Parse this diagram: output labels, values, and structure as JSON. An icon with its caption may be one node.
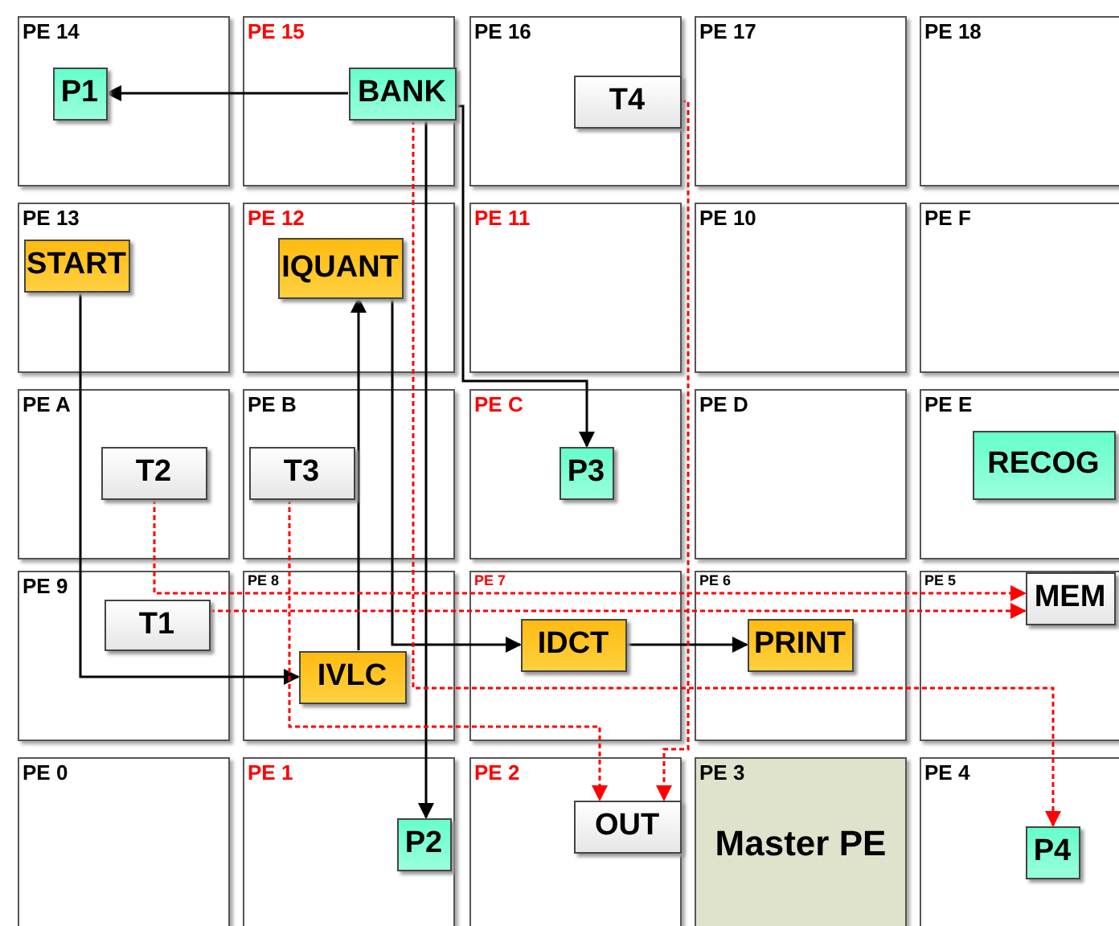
{
  "diagram": {
    "nodes": [
      {
        "text": [
          "PE 14"
        ]
      },
      {
        "text": [
          "P1"
        ],
        "in": 0
      },
      {
        "text": [
          "PE 15"
        ]
      },
      {
        "text": [
          "BANK"
        ],
        "in": 2
      },
      {
        "text": [
          "PE 16"
        ]
      },
      {
        "text": [
          "T4"
        ],
        "in": 4
      },
      {
        "text": [
          "PE 17"
        ]
      },
      {
        "text": [
          "PE 18"
        ]
      },
      {
        "text": [
          "PE 13"
        ]
      },
      {
        "text": [
          "START"
        ],
        "in": 8
      },
      {
        "text": [
          "PE 12"
        ]
      },
      {
        "text": [
          "IQUANT"
        ],
        "in": 10
      },
      {
        "text": [
          "PE 11"
        ]
      },
      {
        "text": [
          "PE 10"
        ]
      },
      {
        "text": [
          "PE F"
        ]
      },
      {
        "text": [
          "PE A"
        ]
      },
      {
        "text": [
          "T2"
        ],
        "in": 15
      },
      {
        "text": [
          "PE B"
        ]
      },
      {
        "text": [
          "T3"
        ],
        "in": 17
      },
      {
        "text": [
          "PE C"
        ]
      },
      {
        "text": [
          "P3"
        ],
        "in": 19
      },
      {
        "text": [
          "PE D"
        ]
      },
      {
        "text": [
          "PE E"
        ]
      },
      {
        "text": [
          "RECOG"
        ],
        "in": 22
      },
      {
        "text": [
          "PE 9"
        ]
      },
      {
        "text": [
          "T1"
        ],
        "in": 24
      },
      {
        "text": [
          "PE 8"
        ]
      },
      {
        "text": [
          "IVLC"
        ],
        "in": 26
      },
      {
        "text": [
          "PE 7"
        ]
      },
      {
        "text": [
          "IDCT"
        ],
        "in": 28
      },
      {
        "text": [
          "PE 6"
        ]
      },
      {
        "text": [
          "PRINT"
        ],
        "in": 30
      },
      {
        "text": [
          "PE 5"
        ]
      },
      {
        "text": [
          "MEM"
        ],
        "in": 32
      },
      {
        "text": [
          "PE 0"
        ]
      },
      {
        "text": [
          "PE 1"
        ]
      },
      {
        "text": [
          "P2"
        ],
        "in": 35
      },
      {
        "text": [
          "PE 2"
        ]
      },
      {
        "text": [
          "OUT"
        ],
        "in": 37
      },
      {
        "text": [
          "PE 3",
          "Master PE"
        ]
      },
      {
        "text": [
          "PE 4"
        ]
      },
      {
        "text": [
          "P4"
        ],
        "in": 40
      }
    ],
    "edges": [
      {
        "from": 3,
        "to": 1,
        "arrow": "to"
      },
      {
        "from": 3,
        "to": 36,
        "arrow": "to"
      },
      {
        "from": 3,
        "to": 20,
        "arrow": "to"
      },
      {
        "from": 9,
        "to": 27,
        "arrow": "to"
      },
      {
        "from": 27,
        "to": 11,
        "arrow": "to"
      },
      {
        "from": 11,
        "to": 29,
        "arrow": "to"
      },
      {
        "from": 29,
        "to": 31,
        "arrow": "to"
      },
      {
        "from": 3,
        "to": 41,
        "arrow": "to",
        "style": "dashed",
        "color": "#ff0000"
      },
      {
        "from": 5,
        "to": 38,
        "arrow": "to",
        "style": "dashed",
        "color": "#ff0000"
      },
      {
        "from": 18,
        "to": 38,
        "arrow": "to",
        "style": "dashed",
        "color": "#ff0000"
      },
      {
        "from": 16,
        "to": 33,
        "arrow": "to",
        "style": "dashed",
        "color": "#ff0000"
      },
      {
        "from": 25,
        "to": 33,
        "arrow": "to",
        "style": "dashed",
        "color": "#ff0000"
      }
    ]
  }
}
